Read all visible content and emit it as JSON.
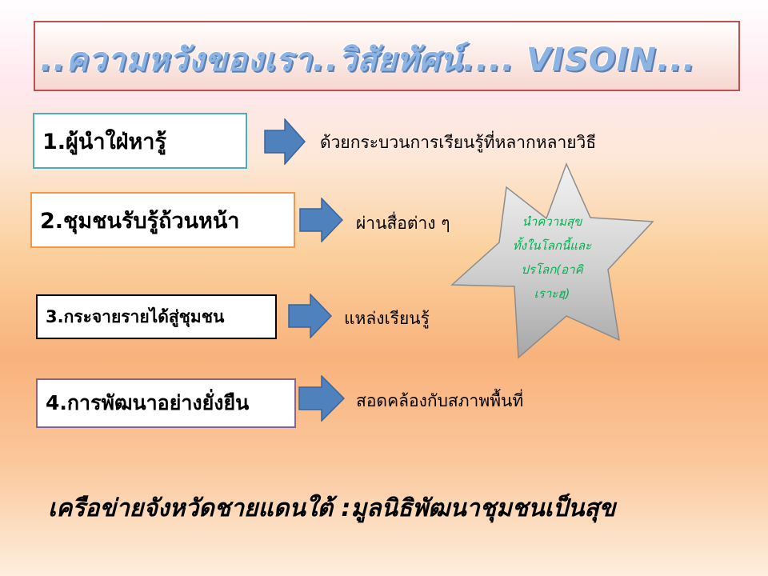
{
  "title": "..ความหวังของเรา..วิสัยทัศน์.... VISOIN...",
  "items": [
    {
      "label": "1.ผู้นำใฝ่หารู้",
      "description": "ด้วยกระบวนการเรียนรู้ที่หลากหลายวิธี",
      "border_color": "#4bacc6"
    },
    {
      "label": "2.ชุมชนรับรู้ถ้วนหน้า",
      "description": "ผ่านสื่อต่าง ๆ",
      "border_color": "#f79646"
    },
    {
      "label": "3.กระจายรายได้สู่ชุมชน",
      "description": "แหล่งเรียนรู้",
      "border_color": "#000000"
    },
    {
      "label": "4.การพัฒนาอย่างยั่งยืน",
      "description": "สอดคล้องกับสภาพพื้นที่",
      "border_color": "#8064a2"
    }
  ],
  "star": {
    "lines": [
      "นำความสุข",
      "ทั้งในโลกนี้และ",
      "ปรโลก(อาคิ",
      "เราะฮฺ)"
    ],
    "text_color": "#00b050"
  },
  "arrow_color": "#4f81bd",
  "footer": "เครือข่ายจังหวัดชายแดนใต้ :มูลนิธิพัฒนาชุมชนเป็นสุข"
}
